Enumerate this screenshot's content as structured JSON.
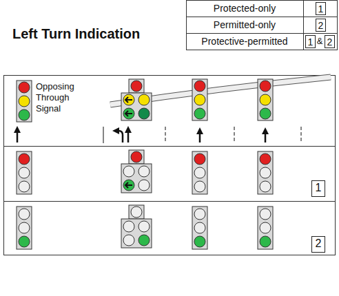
{
  "diagram": {
    "title": "Left Turn Indication",
    "nodes": [
      {
        "text": [
          "1"
        ]
      },
      {
        "text": [
          "2"
        ]
      },
      {
        "text": [
          "1"
        ]
      },
      {
        "text": [
          "2"
        ]
      },
      {
        "text": [
          "1"
        ]
      },
      {
        "text": [
          "2"
        ]
      }
    ],
    "labels": [
      "Protected-only",
      "Permitted-only",
      "Protective-permitted",
      "&",
      "Opposing Through Signal"
    ]
  }
}
